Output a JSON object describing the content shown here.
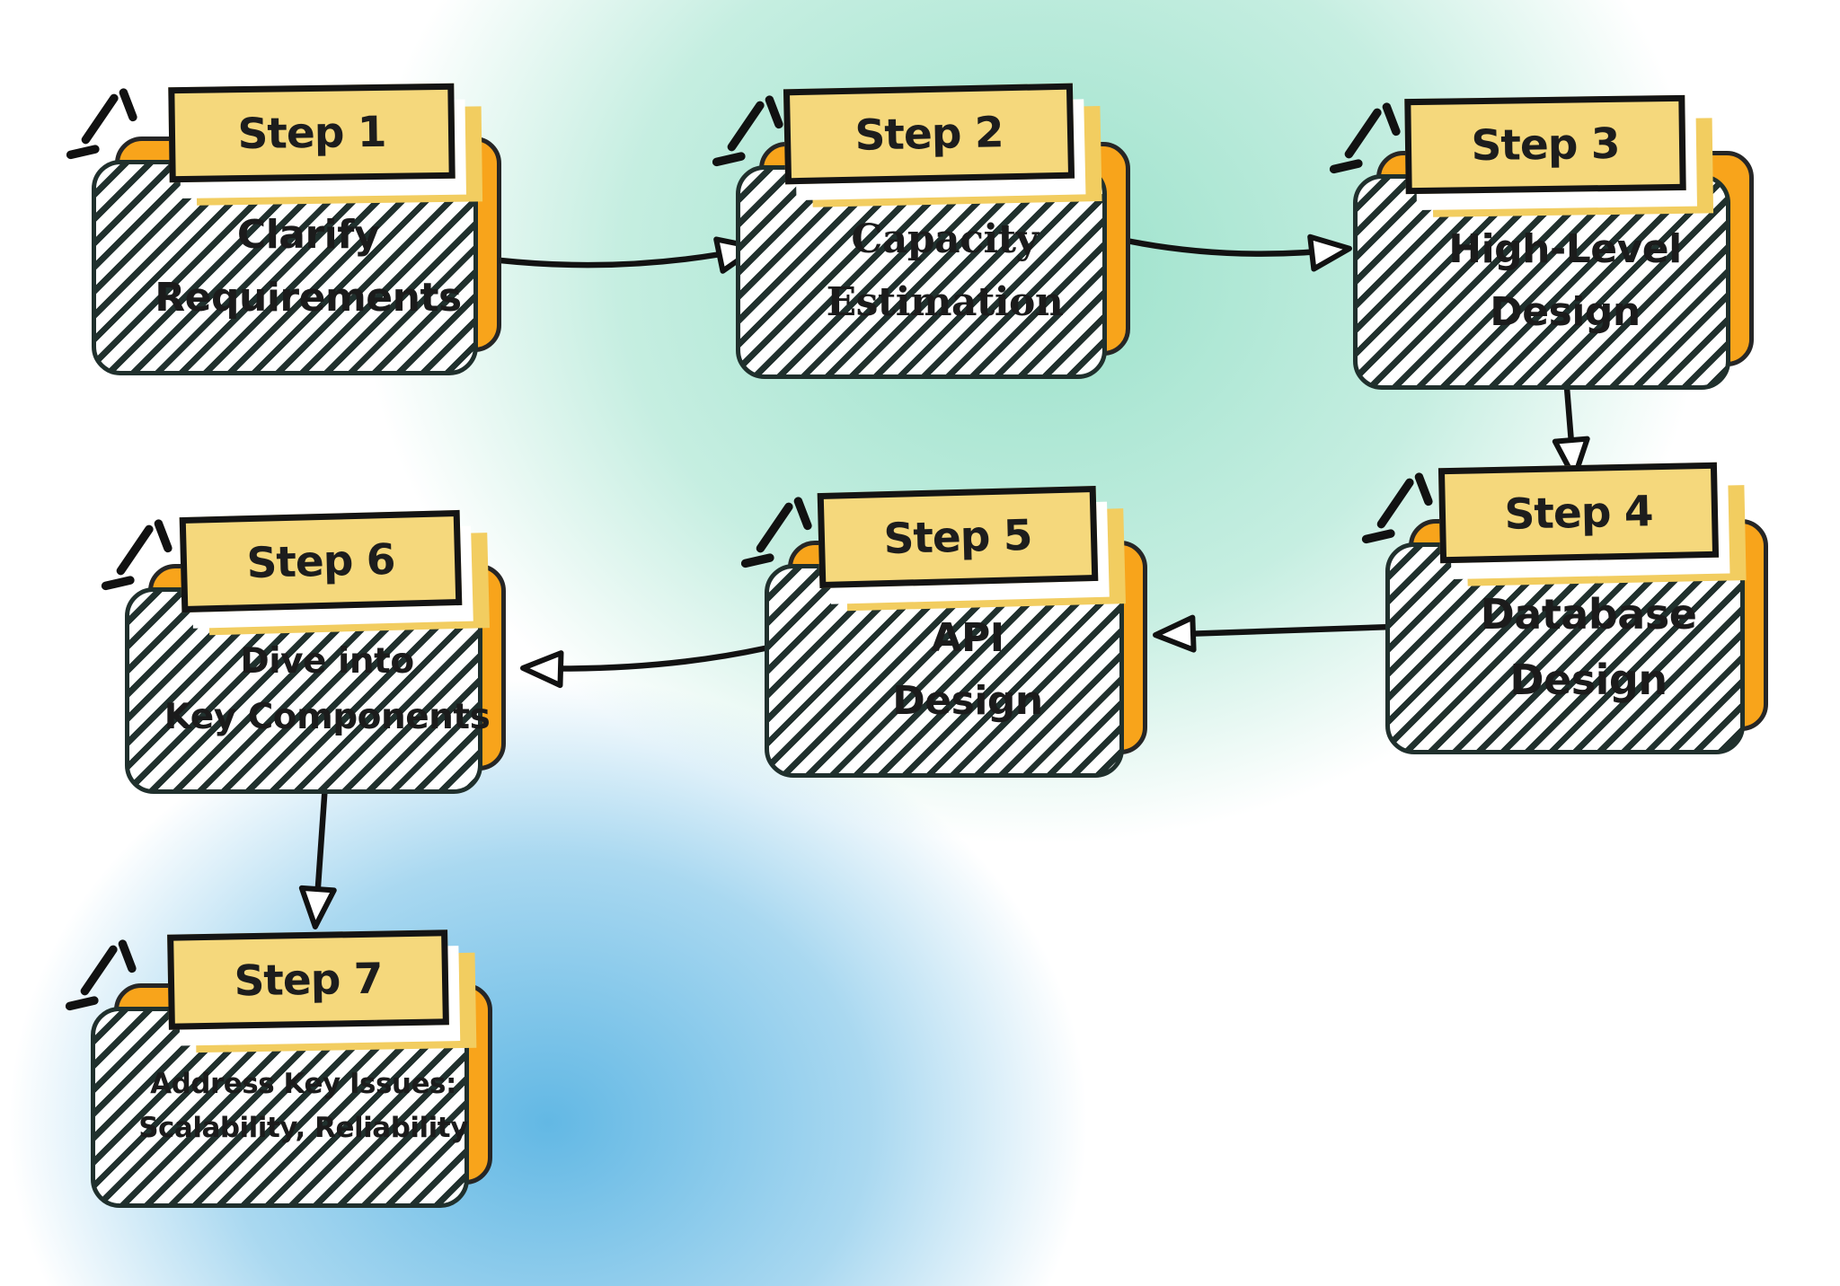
{
  "diagram": {
    "description": "Hand-drawn style flowchart of system design interview steps",
    "colors": {
      "panel_fill": "#F8A41B",
      "tag_fill": "#F5D87C",
      "tag_back_shadow": "#F2CD60",
      "outline": "#1c1c1c",
      "bg_teal_blob": "#96E0C8",
      "bg_blue_blob": "#55B2E2"
    }
  },
  "steps": [
    {
      "label": "Step 1",
      "line1": "Clarify",
      "line2": "Requirements"
    },
    {
      "label": "Step 2",
      "line1": "Capacity",
      "line2": "Estimation"
    },
    {
      "label": "Step 3",
      "line1": "High-Level",
      "line2": "Design"
    },
    {
      "label": "Step 4",
      "line1": "Database",
      "line2": "Design"
    },
    {
      "label": "Step 5",
      "line1": "API",
      "line2": "Design"
    },
    {
      "label": "Step 6",
      "line1": "Dive into",
      "line2": "Key Components"
    },
    {
      "label": "Step 7",
      "line1": "Address Key Issues:",
      "line2": "Scalability, Reliability"
    }
  ],
  "connections": [
    {
      "from": "Step 1",
      "to": "Step 2"
    },
    {
      "from": "Step 2",
      "to": "Step 3"
    },
    {
      "from": "Step 3",
      "to": "Step 4"
    },
    {
      "from": "Step 4",
      "to": "Step 5"
    },
    {
      "from": "Step 5",
      "to": "Step 6"
    },
    {
      "from": "Step 6",
      "to": "Step 7"
    }
  ],
  "icons": {
    "sparkle": "three-stroke emphasis burst at top-left corner of each step box"
  }
}
